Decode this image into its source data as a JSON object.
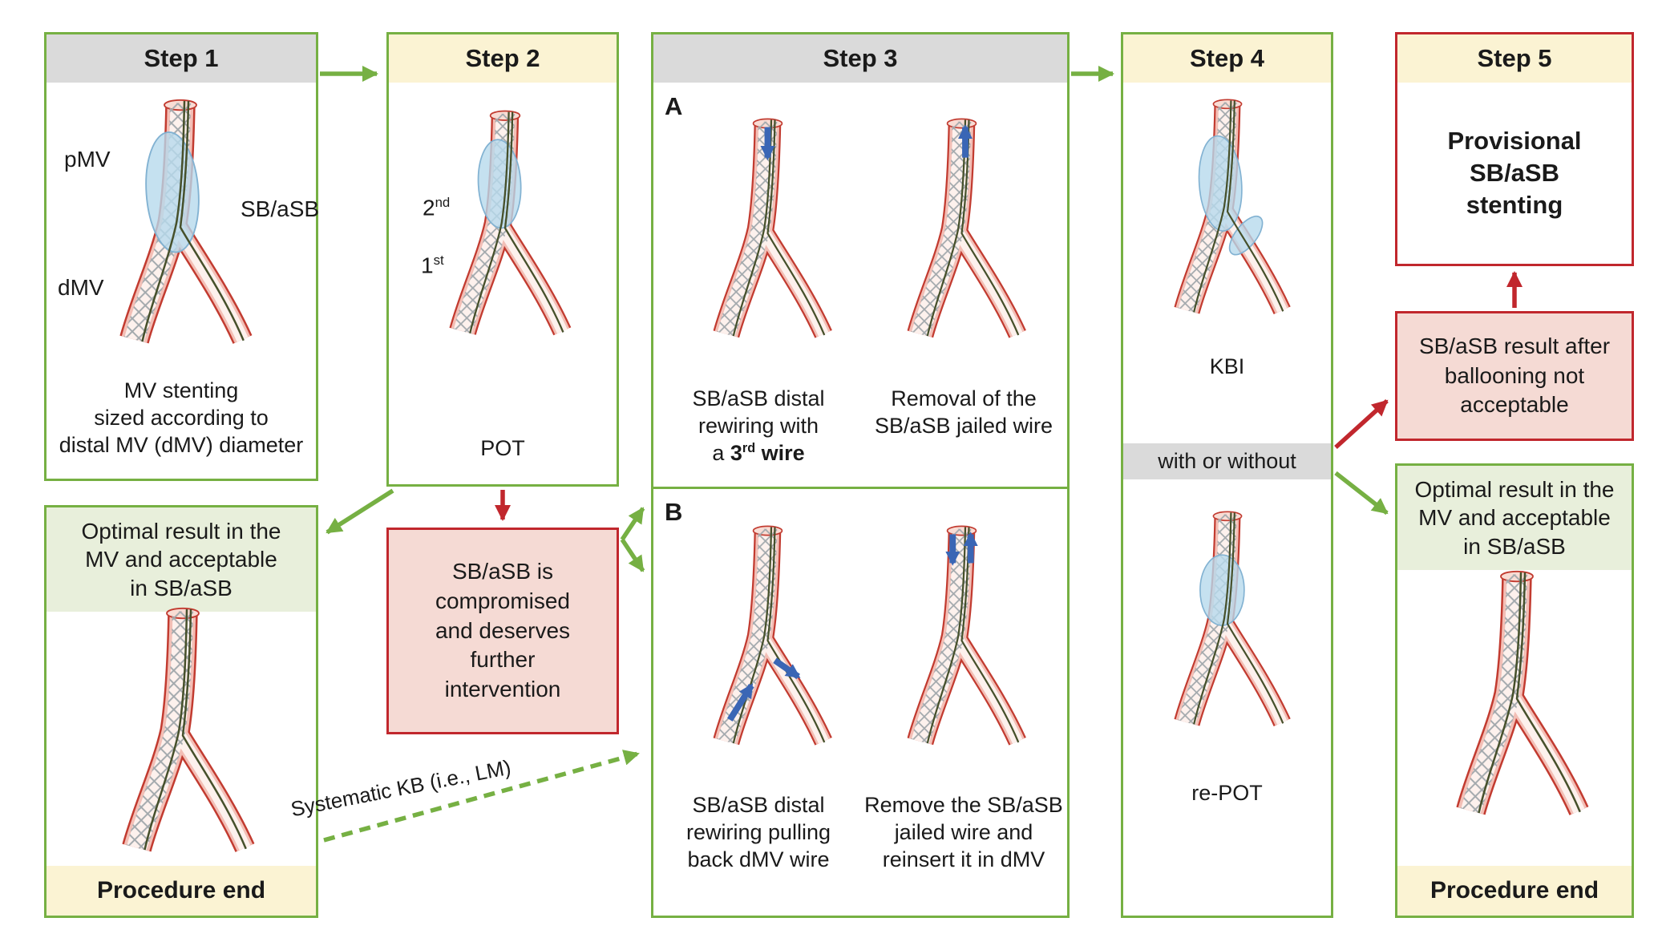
{
  "palette": {
    "green": "#76b043",
    "red": "#c1272d",
    "gray_header": "#dadada",
    "cream": "#fbf3d3",
    "pink": "#f5dad4",
    "green_tint": "#e8efdb",
    "blue_arrow": "#3a66b5"
  },
  "step1": {
    "title": "Step 1",
    "label_pmv": "pMV",
    "label_sb": "SB/aSB",
    "label_dmv": "dMV",
    "caption": "MV stenting\nsized according to\ndistal MV (dMV) diameter"
  },
  "step2": {
    "title": "Step 2",
    "stent2_num": "2",
    "stent2_sup": "nd",
    "stent1_num": "1",
    "stent1_sup": "st",
    "caption": "POT"
  },
  "step3": {
    "title": "Step 3",
    "a_label": "A",
    "b_label": "B",
    "a_cap1_l1": "SB/aSB distal",
    "a_cap1_l2": "rewiring with",
    "a_cap1_l3pre": "a ",
    "a_cap1_num": "3",
    "a_cap1_sup": "rd",
    "a_cap1_word": " wire",
    "a_cap2": "Removal of the\nSB/aSB jailed wire",
    "b_cap1": "SB/aSB distal\nrewiring pulling\nback dMV wire",
    "b_cap2": "Remove the SB/aSB\njailed wire and\nreinsert it in dMV"
  },
  "step4": {
    "title": "Step 4",
    "caption_kbi": "KBI",
    "band": "with or without",
    "caption_repot": "re-POT"
  },
  "step5": {
    "title": "Step 5",
    "content": "Provisional\nSB/aSB\nstenting"
  },
  "box_compromised": {
    "text": "SB/aSB is\ncompromised\nand deserves\nfurther\nintervention"
  },
  "box_not_acceptable": {
    "text": "SB/aSB result after\nballooning not\nacceptable"
  },
  "result_left": {
    "header": "Optimal result in the\nMV and acceptable\nin SB/aSB",
    "footer": "Procedure end"
  },
  "result_right": {
    "header": "Optimal result in the\nMV and acceptable\nin SB/aSB",
    "footer": "Procedure end"
  },
  "dashed_arrow_label": "Systematic KB (i.e., LM)"
}
